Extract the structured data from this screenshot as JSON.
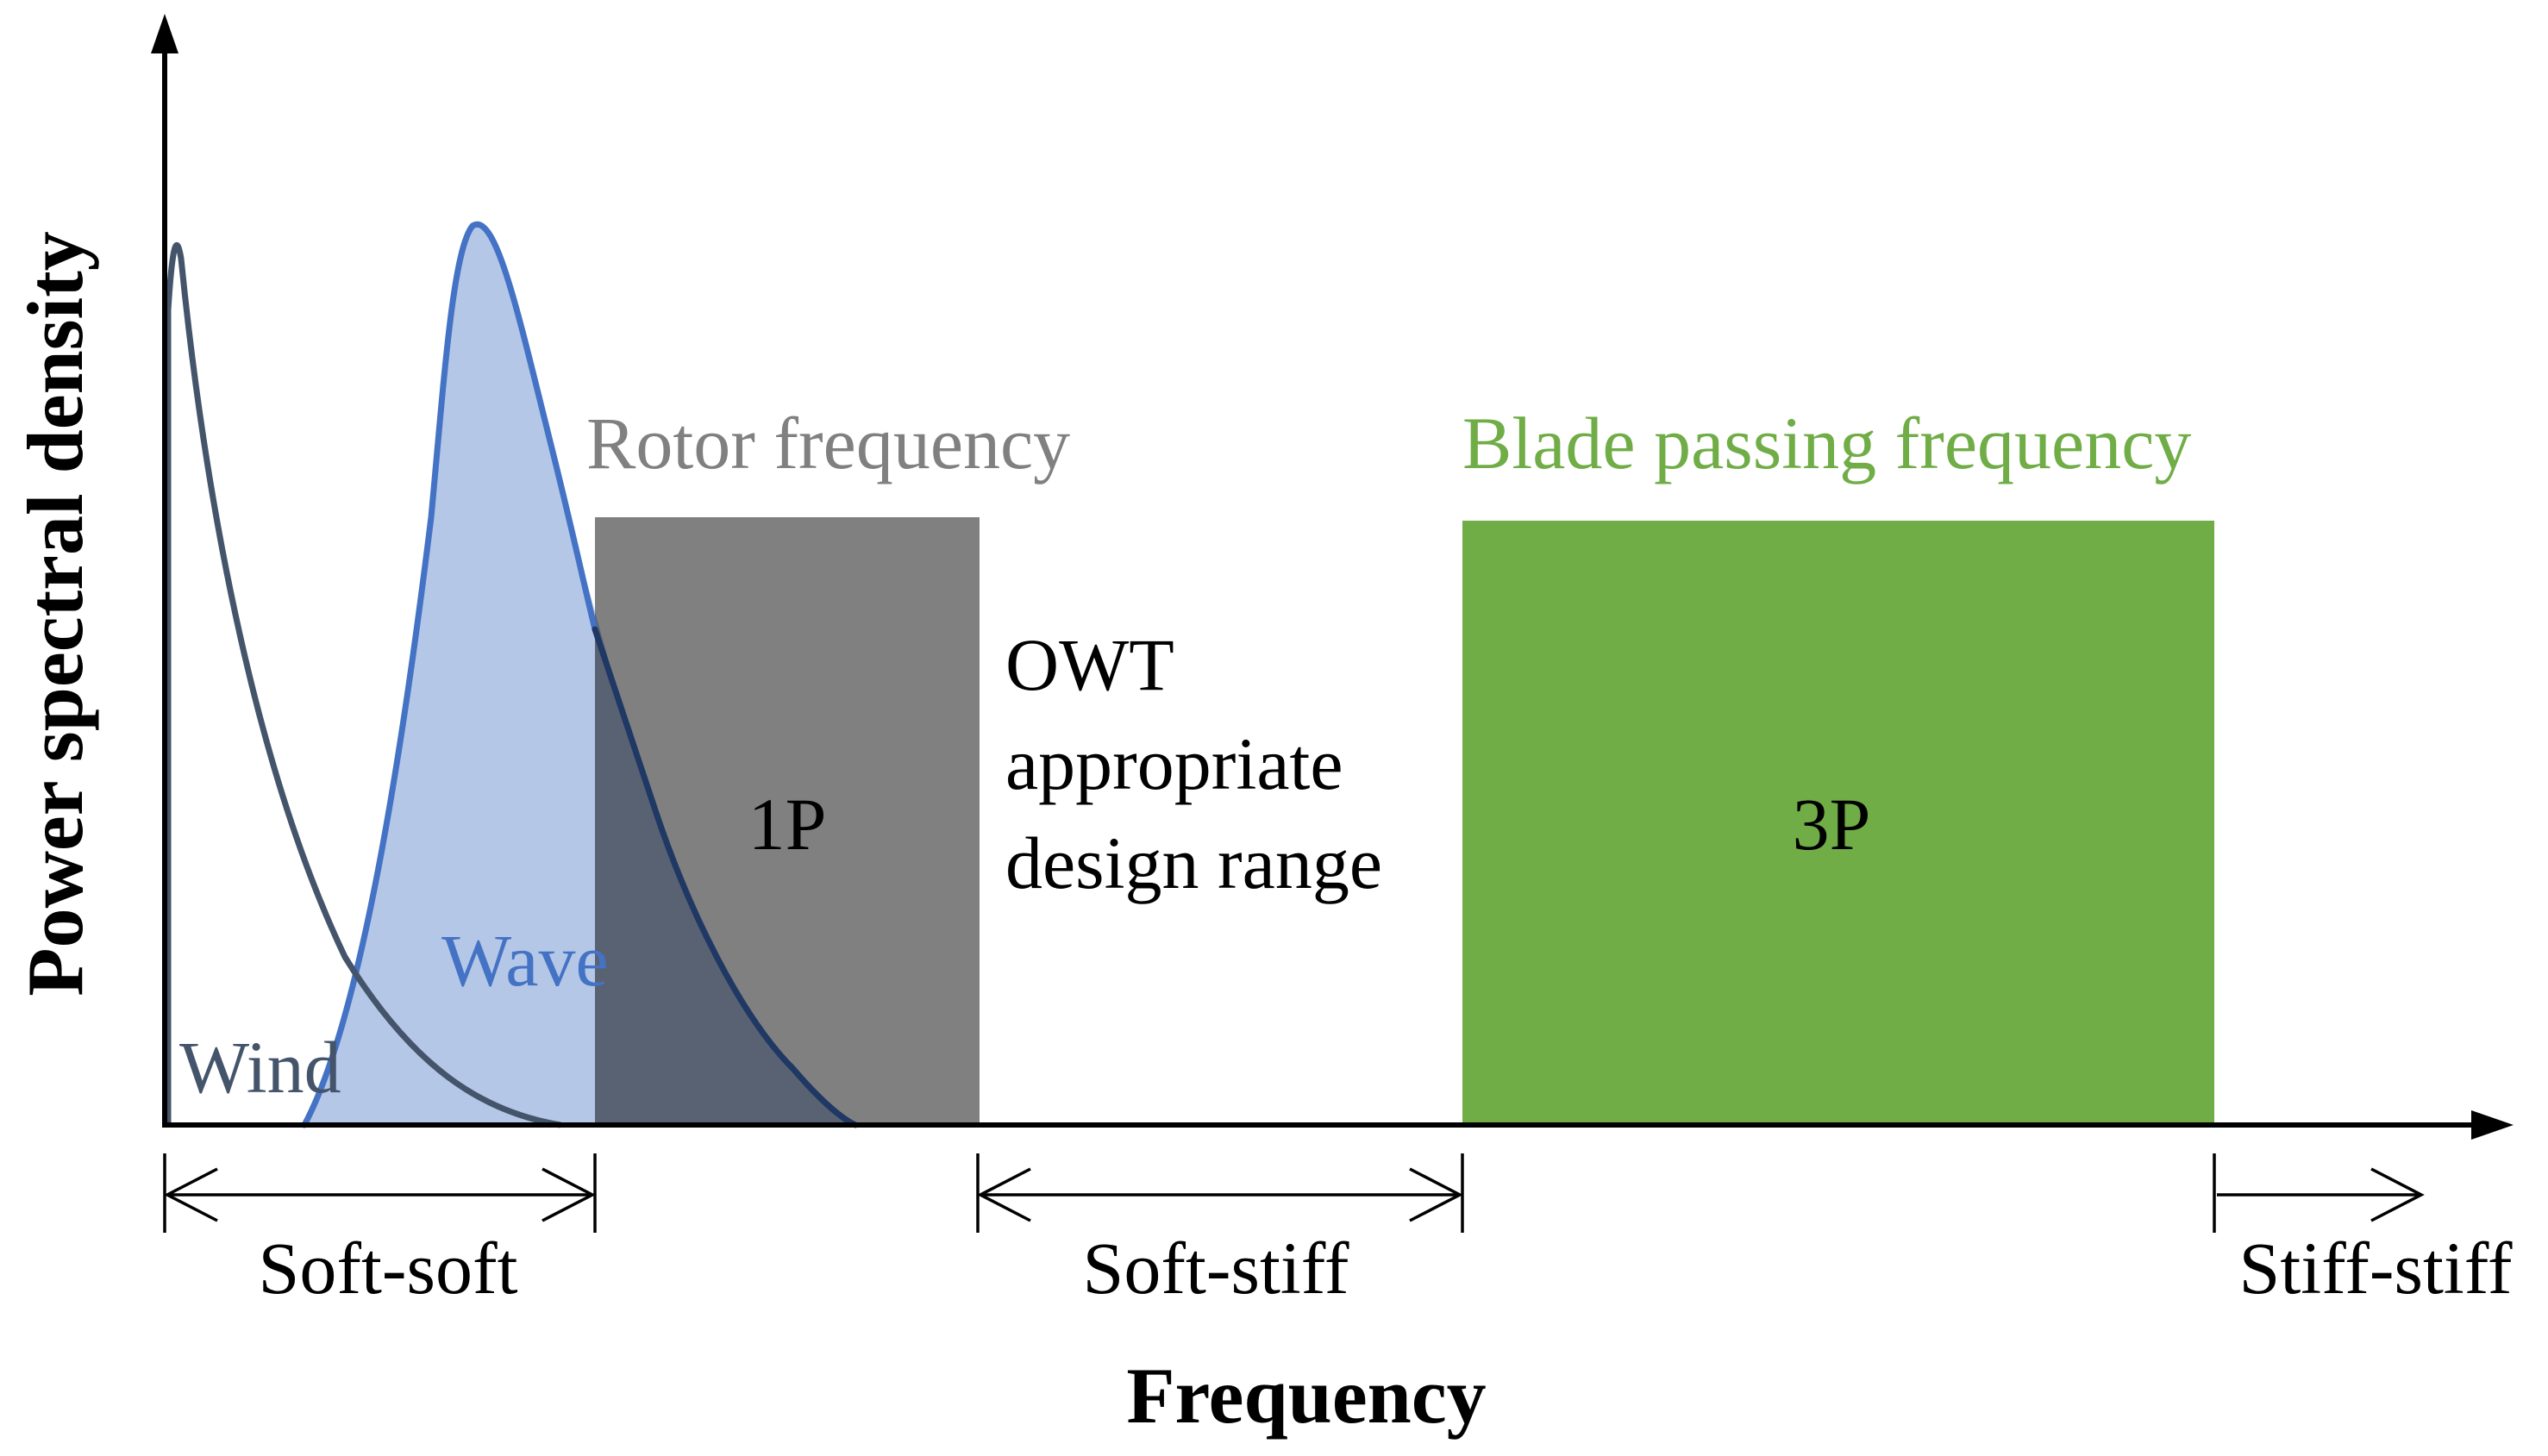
{
  "axes": {
    "x_label": "Frequency",
    "y_label": "Power spectral density"
  },
  "spectra": {
    "wind": {
      "label": "Wind",
      "color": "#44546a"
    },
    "wave": {
      "label": "Wave",
      "color": "#4472c4",
      "fill": "#b4c7e7"
    }
  },
  "bands": {
    "rotor": {
      "title": "Rotor frequency",
      "inner_label": "1P",
      "color": "#808080",
      "title_color": "#808080"
    },
    "blade": {
      "title": "Blade passing frequency",
      "inner_label": "3P",
      "color": "#70ad47",
      "title_color": "#70ad47"
    }
  },
  "design_range": {
    "lines": [
      "OWT",
      "appropriate",
      "design range"
    ]
  },
  "regions": [
    {
      "label": "Soft-soft"
    },
    {
      "label": "Soft-stiff"
    },
    {
      "label": "Stiff-stiff"
    }
  ],
  "colors": {
    "axis": "#000000",
    "overlap": "#596273"
  }
}
